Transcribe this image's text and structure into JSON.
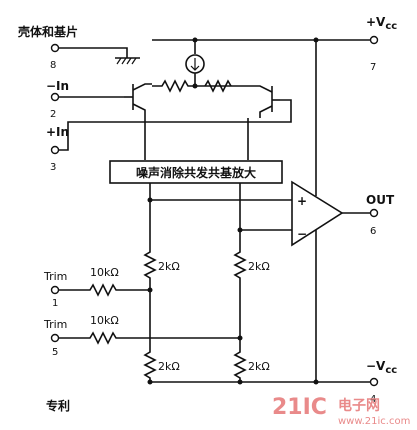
{
  "labels": {
    "case_substrate": "壳体和基片",
    "neg_in": "−In",
    "pos_in": "+In",
    "vcc_pos": "+V",
    "vcc_neg": "−V",
    "vcc_sub": "cc",
    "out": "OUT",
    "trim": "Trim",
    "block": "噪声消除共发共基放大",
    "patent": "专利",
    "plus_sign": "+",
    "minus_sign": "−"
  },
  "pins": {
    "p8": "8",
    "p2": "2",
    "p3": "3",
    "p7": "7",
    "p6": "6",
    "p1": "1",
    "p5": "5",
    "p4": "4"
  },
  "resistors": {
    "r_trim1": "10kΩ",
    "r_trim2": "10kΩ",
    "r_left_top": "2kΩ",
    "r_right_top": "2kΩ",
    "r_left_bot": "2kΩ",
    "r_right_bot": "2kΩ"
  },
  "watermark": {
    "brand": "21IC",
    "cn": "电子网",
    "url": "www.21ic.com"
  }
}
